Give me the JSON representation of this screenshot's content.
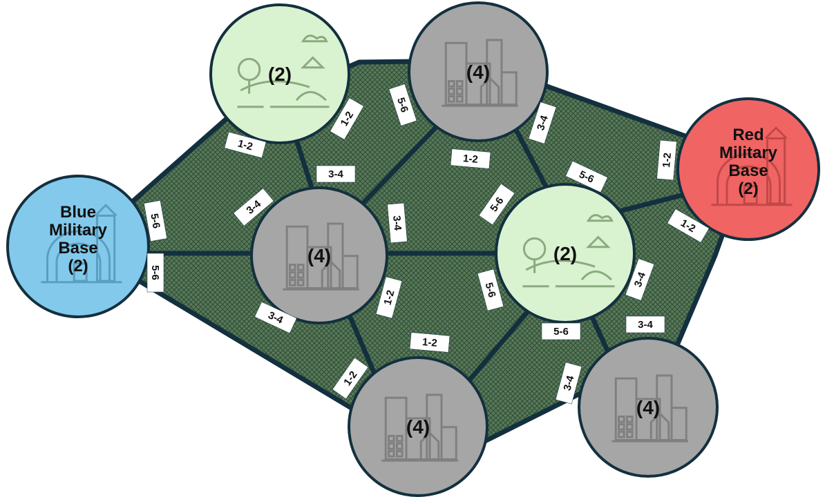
{
  "nodes": {
    "park_top": {
      "value": "(2)",
      "type": "park",
      "color": "#d9f2d0"
    },
    "city_top": {
      "value": "(4)",
      "type": "city",
      "color": "#a6a6a6"
    },
    "red_base": {
      "name_line1": "Red",
      "name_line2": "Military",
      "name_line3": "Base",
      "value": "(2)",
      "type": "military-base",
      "color": "#f06464"
    },
    "blue_base": {
      "name_line1": "Blue",
      "name_line2": "Military",
      "name_line3": "Base",
      "value": "(2)",
      "type": "military-base",
      "color": "#83c9ec"
    },
    "city_center": {
      "value": "(4)",
      "type": "city",
      "color": "#a6a6a6"
    },
    "park_right": {
      "value": "(2)",
      "type": "park",
      "color": "#d9f2d0"
    },
    "city_bottom": {
      "value": "(4)",
      "type": "city",
      "color": "#a6a6a6"
    },
    "city_bottom_right": {
      "value": "(4)",
      "type": "city",
      "color": "#a6a6a6"
    }
  },
  "edges": [
    {
      "id": "e1",
      "label": "1-2"
    },
    {
      "id": "e2",
      "label": "1-2"
    },
    {
      "id": "e3",
      "label": "5-6"
    },
    {
      "id": "e4",
      "label": "3-4"
    },
    {
      "id": "e5",
      "label": "1-2"
    },
    {
      "id": "e6",
      "label": "5-6"
    },
    {
      "id": "e7",
      "label": "5-6"
    },
    {
      "id": "e8",
      "label": "3-4"
    },
    {
      "id": "e9",
      "label": "3-4"
    },
    {
      "id": "e10",
      "label": "1-2"
    },
    {
      "id": "e11",
      "label": "5-6"
    },
    {
      "id": "e12",
      "label": "3-4"
    },
    {
      "id": "e13",
      "label": "5-6"
    },
    {
      "id": "e14",
      "label": "3-4"
    },
    {
      "id": "e15",
      "label": "1-2"
    },
    {
      "id": "e16",
      "label": "1-2"
    },
    {
      "id": "e17",
      "label": "5-6"
    },
    {
      "id": "e18",
      "label": "1-2"
    },
    {
      "id": "e19",
      "label": "3-4"
    },
    {
      "id": "e20",
      "label": "1-2"
    },
    {
      "id": "e21",
      "label": "5-6"
    },
    {
      "id": "e22",
      "label": "3-4"
    },
    {
      "id": "e23",
      "label": "3-4"
    }
  ],
  "colors": {
    "region_fill": "#4e6b4e",
    "border": "#13303f",
    "label_bg": "#ffffff"
  }
}
